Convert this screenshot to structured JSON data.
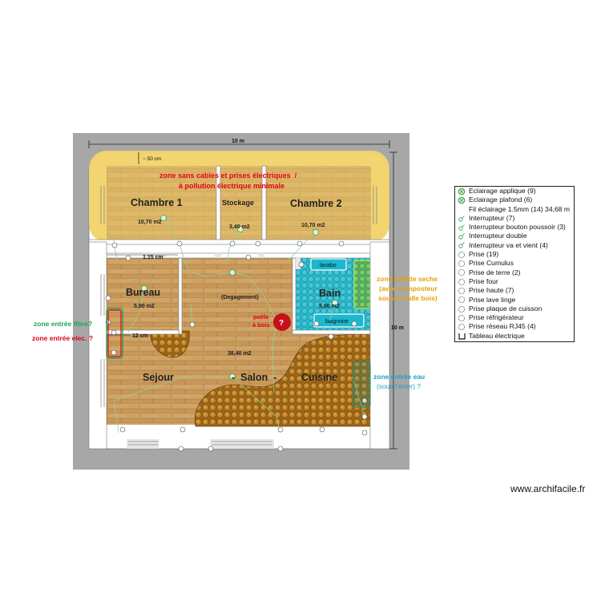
{
  "plan": {
    "dim_top": "10 m",
    "dim_right": "10 m",
    "dim_top_inner": "~ 50 cm",
    "dim_corridor": "1.15 cm",
    "dim_left": "12 cm",
    "zone_notice_line1": "zone sans cables et prises électriques  /",
    "zone_notice_line2": "à pollution électrique minimale",
    "rooms": {
      "chambre1": {
        "name": "Chambre 1",
        "area": "10,70 m2"
      },
      "stockage": {
        "name": "Stockage",
        "area": "3,40 m2"
      },
      "chambre2": {
        "name": "Chambre 2",
        "area": "10,70 m2"
      },
      "bureau": {
        "name": "Bureau",
        "area": "5,90 m2"
      },
      "degagement": {
        "name": "(Degagement)"
      },
      "bain": {
        "name": "Bain",
        "area": "5,90 m2"
      },
      "sejour": {
        "name_left": "Sejour",
        "name_mid": "-  Salon  -",
        "name_right": "Cuisine",
        "area": "38,40 m2"
      }
    },
    "fixtures": {
      "lavabo": "lavabo",
      "baignoire": "baignoire"
    },
    "poele_line1": "poêle",
    "poele_line2": "à bois",
    "poele_mark": "?",
    "toilet_note": {
      "line1": "zone toilette seche",
      "line2": "(avec composteur",
      "line3": "sous la dalle bois)"
    },
    "fibre_note": "zone entrée fibre?",
    "elec_note": "zone entrée elec. ?",
    "water_note": {
      "line1": "zone entrée eau",
      "line2": "(sous l'évier) ?"
    }
  },
  "legend": {
    "items": [
      {
        "icon": "wall-light-icon",
        "label": "Eclairage applique (9)"
      },
      {
        "icon": "ceiling-light-icon",
        "label": "Eclairage plafond (6)"
      },
      {
        "icon": "none",
        "label": "Fil éclairage 1.5mm (14) 34,68 m"
      },
      {
        "icon": "switch-icon",
        "label": "Interrupteur (7)"
      },
      {
        "icon": "push-switch-icon",
        "label": "Interrupteur bouton poussoir (3)"
      },
      {
        "icon": "double-switch-icon",
        "label": "Interrupteur double"
      },
      {
        "icon": "two-way-switch-icon",
        "label": "Interrupteur va et vient (4)"
      },
      {
        "icon": "socket-icon",
        "label": "Prise (19)"
      },
      {
        "icon": "cumulus-socket-icon",
        "label": "Prise Cumulus"
      },
      {
        "icon": "earth-socket-icon",
        "label": "Prise de terre (2)"
      },
      {
        "icon": "oven-socket-icon",
        "label": "Prise four"
      },
      {
        "icon": "high-socket-icon",
        "label": "Prise haute (7)"
      },
      {
        "icon": "washer-socket-icon",
        "label": "Prise lave linge"
      },
      {
        "icon": "hob-socket-icon",
        "label": "Prise plaque de cuisson"
      },
      {
        "icon": "fridge-socket-icon",
        "label": "Prise réfrigérateur"
      },
      {
        "icon": "rj45-socket-icon",
        "label": "Prise réseau RJ45 (4)"
      },
      {
        "icon": "panel-icon",
        "label": "Tableau électrique"
      }
    ]
  },
  "watermark": "www.archifacile.fr",
  "colors": {
    "wood": "#c99a5b",
    "bedroom_overlay": "#f0d067",
    "bath": "#2fb5c8",
    "pebbles": "#b77a1e",
    "red_text": "#e3001b",
    "green_text": "#1ea35a",
    "orange_text": "#e6a000",
    "blue_text": "#1da0c8"
  }
}
